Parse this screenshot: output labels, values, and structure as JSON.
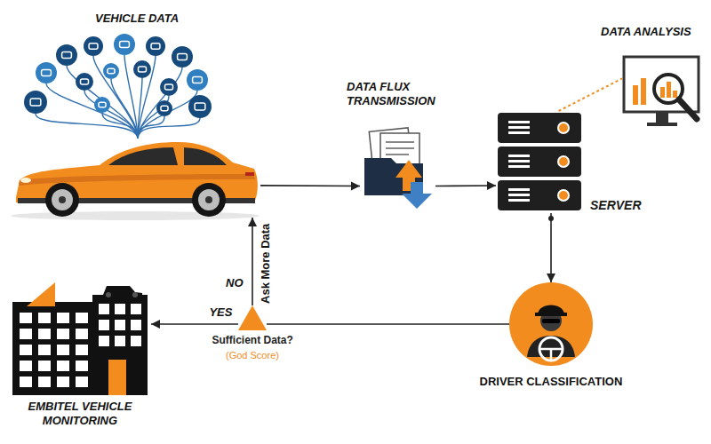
{
  "diagram": {
    "nodes": [
      {
        "text": [
          "VEHICLE DATA"
        ]
      },
      {
        "text": [
          "DATA FLUX TRANSMISSION"
        ]
      },
      {
        "text": [
          "DATA ANALYSIS"
        ]
      },
      {
        "text": [
          "SERVER"
        ]
      },
      {
        "text": [
          "DRIVER CLASSIFICATION"
        ]
      },
      {
        "text": [
          "Sufficient Data?",
          "(God Score)"
        ]
      },
      {
        "text": [
          "EMBITEL VEHICLE MONITORING"
        ]
      }
    ],
    "edges": [
      {
        "from": 0,
        "to": 1,
        "arrow": "to"
      },
      {
        "from": 1,
        "to": 3,
        "arrow": "to"
      },
      {
        "from": 3,
        "to": 2,
        "arrow": "none"
      },
      {
        "from": 3,
        "to": 4,
        "arrow": "to"
      },
      {
        "from": 4,
        "to": 5,
        "arrow": "none"
      },
      {
        "from": 5,
        "to": 6,
        "label": "YES",
        "arrow": "to"
      },
      {
        "from": 5,
        "to": 0,
        "label": "Ask More Data",
        "arrow": "to"
      }
    ],
    "labels": [
      "NO"
    ]
  }
}
